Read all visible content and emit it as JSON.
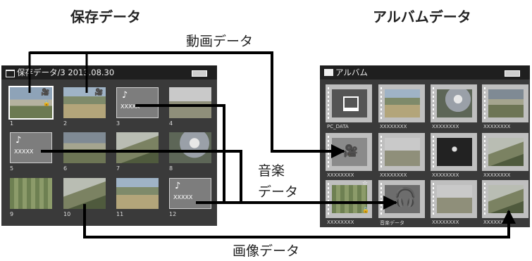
{
  "headings": {
    "saved_data": "保存データ",
    "album_data": "アルバムデータ"
  },
  "flows": {
    "movie": "動画データ",
    "music_line1": "音楽",
    "music_line2": "データ",
    "image": "画像データ"
  },
  "left_screen": {
    "title": "保存データ/3 2013.08.30",
    "music_placeholder": "XXXXX",
    "music_note": "♪",
    "thumbs": [
      {
        "num": "1"
      },
      {
        "num": "2"
      },
      {
        "num": "3"
      },
      {
        "num": "4"
      },
      {
        "num": "5"
      },
      {
        "num": "6"
      },
      {
        "num": "7"
      },
      {
        "num": "8"
      },
      {
        "num": "9"
      },
      {
        "num": "10"
      },
      {
        "num": "11"
      },
      {
        "num": "12"
      }
    ]
  },
  "right_screen": {
    "title": "アルバム",
    "items": [
      {
        "caption": "PC_DATA"
      },
      {
        "caption": "XXXXXXXX"
      },
      {
        "caption": "XXXXXXXX"
      },
      {
        "caption": "XXXXXXXX"
      },
      {
        "caption": "XXXXXXXX"
      },
      {
        "caption": "XXXXXXXX"
      },
      {
        "caption": "XXXXXXXX"
      },
      {
        "caption": "XXXXXXXX"
      },
      {
        "caption": "XXXXXXXX"
      },
      {
        "caption": "音楽データ"
      },
      {
        "caption": "XXXXXXXX"
      },
      {
        "caption": "XXXXXXXX"
      }
    ]
  },
  "colors": {
    "screen_bg": "#3a3a3a",
    "title_bar": "#1f1f1f",
    "arrow": "#000000"
  }
}
